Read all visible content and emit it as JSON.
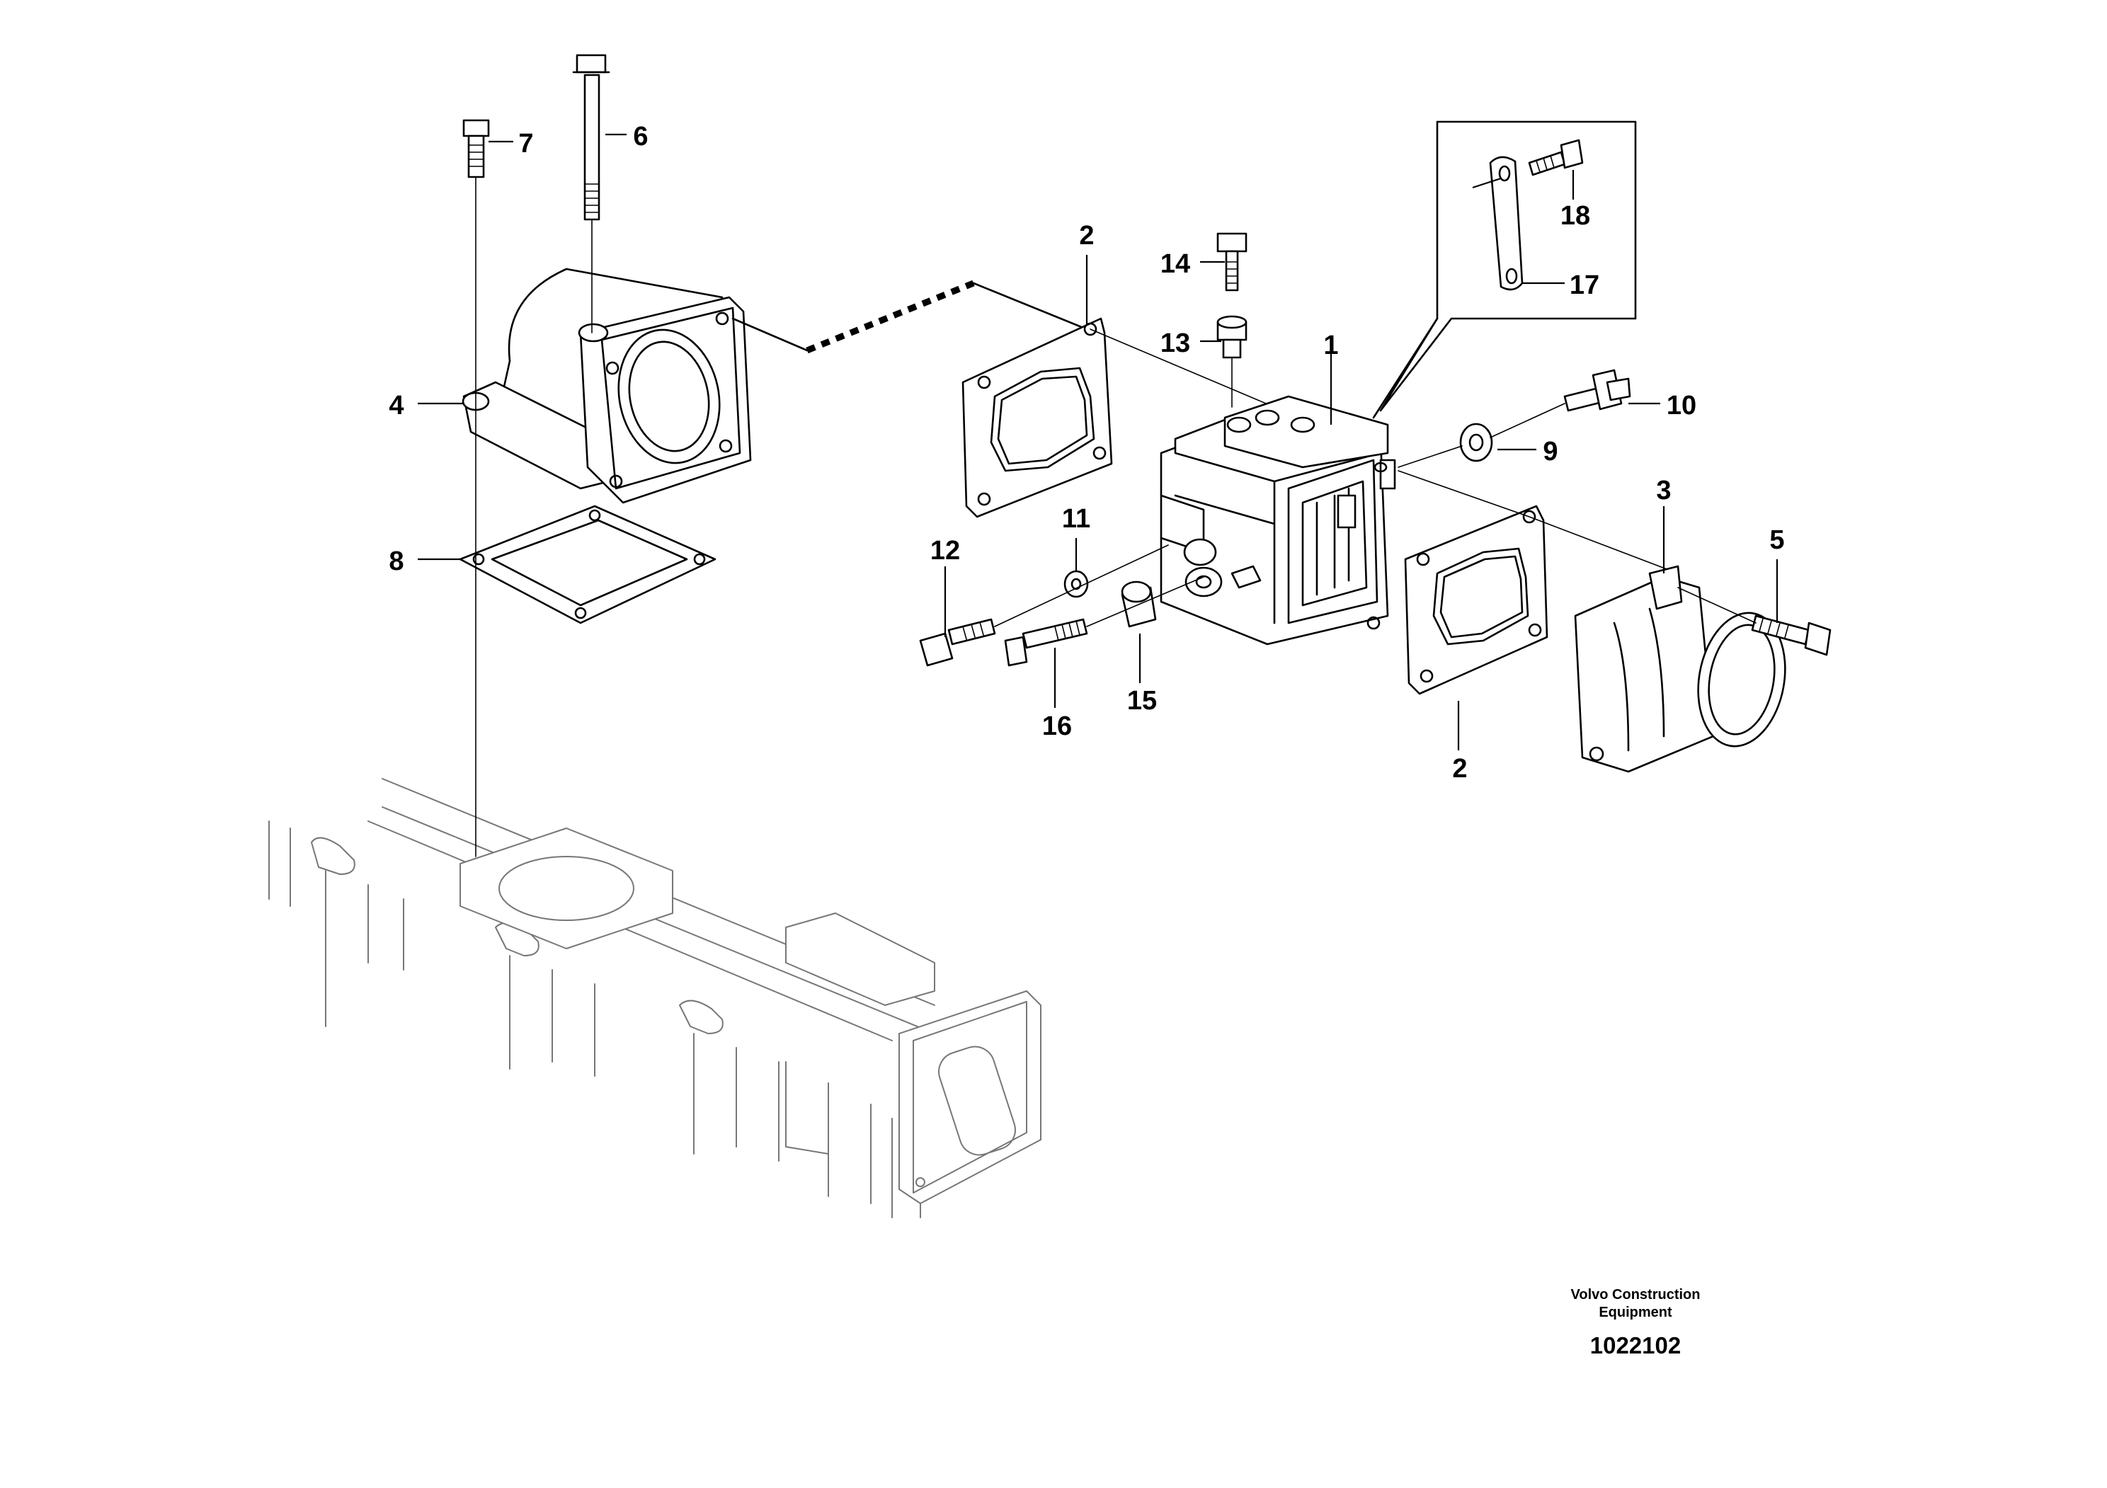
{
  "diagram": {
    "callouts": [
      "1",
      "2",
      "2",
      "3",
      "4",
      "5",
      "6",
      "7",
      "8",
      "9",
      "10",
      "11",
      "12",
      "13",
      "14",
      "15",
      "16",
      "17",
      "18"
    ],
    "footer": {
      "brand_line_1": "Volvo Construction",
      "brand_line_2": "Equipment",
      "drawing_number": "1022102"
    },
    "colors": {
      "line": "#000000",
      "background": "#ffffff",
      "background_part": "#777777"
    }
  }
}
